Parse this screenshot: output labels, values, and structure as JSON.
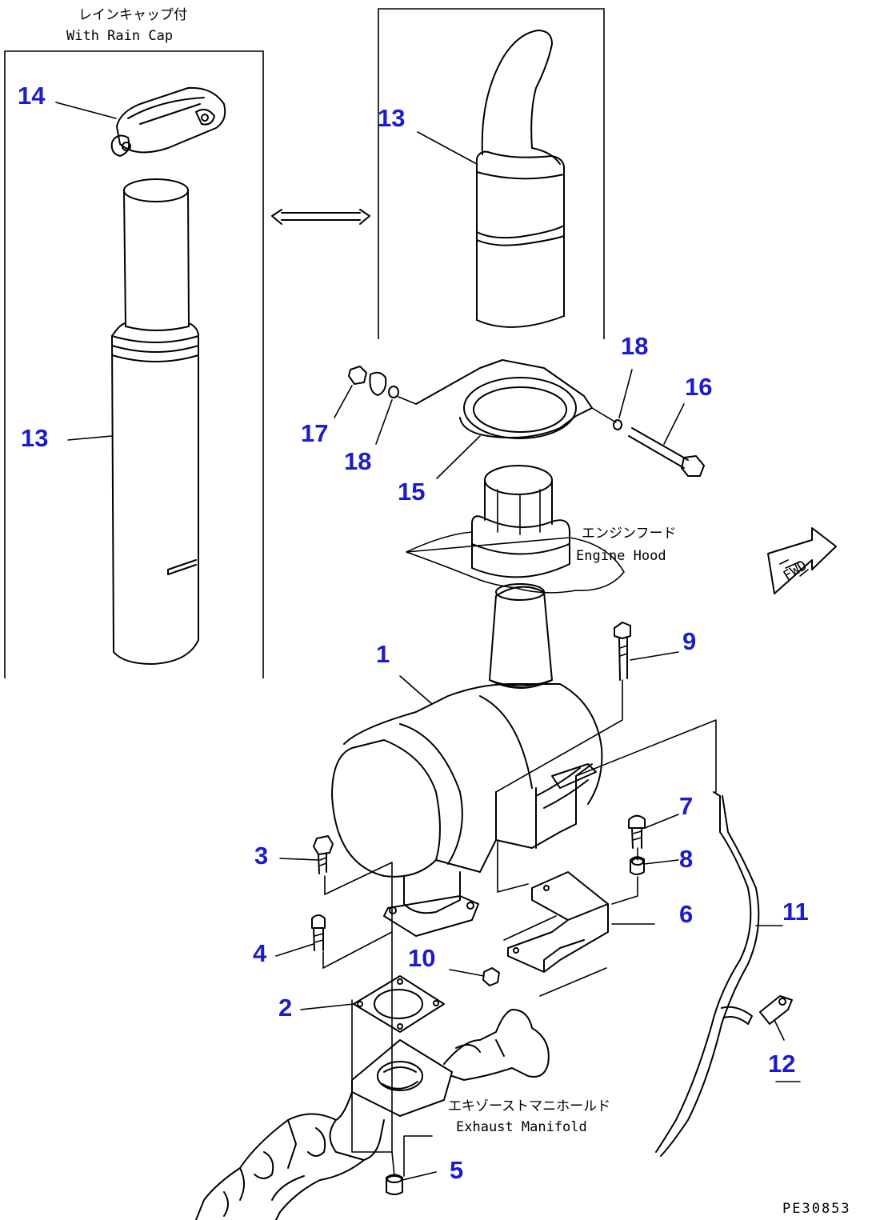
{
  "diagram": {
    "drawing_code": "PE30853",
    "notes": {
      "rain_cap_jp": "レインキャップ付",
      "rain_cap_en": "With Rain Cap",
      "engine_hood_jp": "エンジンフード",
      "engine_hood_en": "Engine Hood",
      "manifold_jp": "エキゾーストマニホールド",
      "manifold_en": "Exhaust Manifold",
      "fwd": "FWD"
    },
    "callouts": {
      "c1": "1",
      "c2": "2",
      "c3": "3",
      "c4": "4",
      "c5": "5",
      "c6": "6",
      "c7": "7",
      "c8": "8",
      "c9": "9",
      "c10": "10",
      "c11": "11",
      "c12": "12",
      "c13_left": "13",
      "c13_right": "13",
      "c14": "14",
      "c15": "15",
      "c16": "16",
      "c17": "17",
      "c18_top": "18",
      "c18_left": "18"
    },
    "colors": {
      "callout": "#1c1ccc",
      "line": "#000000",
      "background": "#ffffff"
    }
  }
}
